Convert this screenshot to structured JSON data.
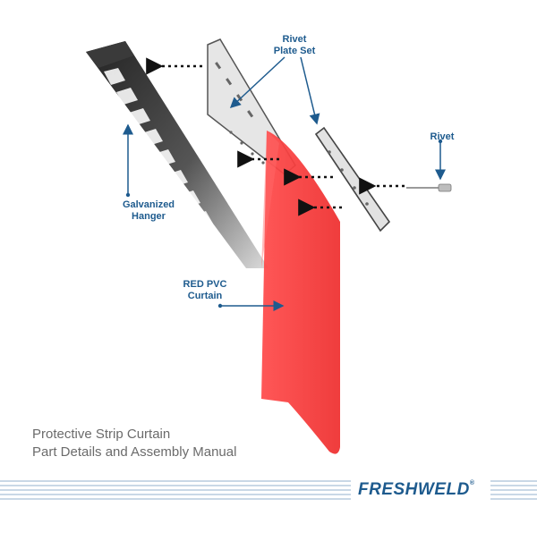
{
  "labels": {
    "rivet_plate_set": [
      "Rivet",
      "Plate Set"
    ],
    "rivet": "Rivet",
    "galvanized_hanger": [
      "Galvanized",
      "Hanger"
    ],
    "red_pvc_curtain": [
      "RED PVC",
      "Curtain"
    ]
  },
  "manual": {
    "line1": "Protective Strip Curtain",
    "line2": "Part Details and Assembly Manual"
  },
  "brand": {
    "name": "FRESHWELD",
    "mark": "®"
  },
  "colors": {
    "label_blue": "#1e5b8e",
    "curtain_red": "#f23a3a",
    "hanger_dark": "#2e2e2e",
    "plate_grey": "#e4e4e4",
    "manual_grey": "#6b6b6b",
    "stripe_blue": "#c9d8e6"
  }
}
